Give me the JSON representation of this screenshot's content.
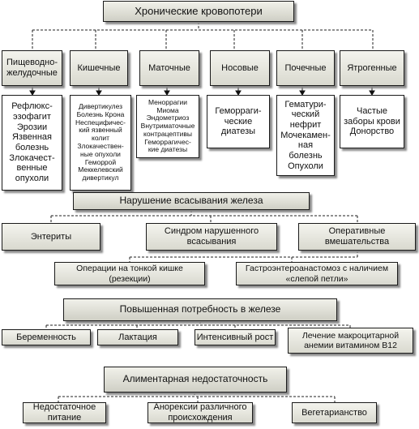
{
  "top": {
    "title": "Хронические кровопотери"
  },
  "categories": [
    {
      "title": "Пищеводно-\nжелудочные",
      "items": "Рефлюкс-\nэзофагит\nЭрозии\nЯзвенная\nболезнь\nЗлокачест-\nвенные\nопухоли"
    },
    {
      "title": "Кишечные",
      "items": "Дивертикулез\nБолезнь Крона\nНеспецифичес-\nкий язвенный\nколит\nЗлокачествен-\nные опухоли\nГеморрой\nМеккелевский\nдивертикул"
    },
    {
      "title": "Маточные",
      "items": "Меноррагии\nМиома\nЭндометриоз\nВнутриматочные\nконтрацептивы\nГеморрагичес-\nкие диатезы"
    },
    {
      "title": "Носовые",
      "items": "Геморраги-\nческие\nдиатезы"
    },
    {
      "title": "Почечные",
      "items": "Гематури-\nческий\nнефрит\nМочекамен-\nная\nболезнь\nОпухоли"
    },
    {
      "title": "Ятрогенные",
      "items": "Частые\nзаборы крови\nДонорство"
    }
  ],
  "absorption": {
    "title": "Нарушение всасывания железа",
    "children": [
      "Энтериты",
      "Синдром нарушенного\nвсасывания",
      "Оперативные\nвмешательства"
    ],
    "surgery": [
      "Операции на тонкой кишке\n(резекции)",
      "Гастроэнтероанастомоз с наличием\n«слепой петли»"
    ]
  },
  "demand": {
    "title": "Повышенная потребность в железе",
    "children": [
      "Беременность",
      "Лактация",
      "Интенсивный рост",
      "Лечение макроцитарной\nанемии витамином B12"
    ]
  },
  "alimentary": {
    "title": "Алиментарная недостаточность",
    "children": [
      "Недостаточное\nпитание",
      "Анорексии различного\nпроисхождения",
      "Вегетарианство"
    ]
  }
}
